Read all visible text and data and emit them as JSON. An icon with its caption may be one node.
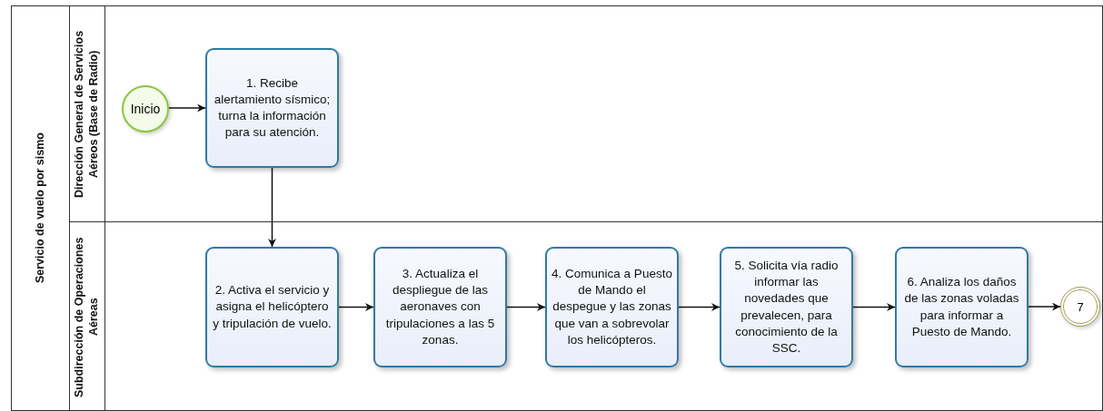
{
  "diagram": {
    "nodes": [
      {
        "text": [
          "Servicio de vuelo por sismo"
        ]
      },
      {
        "text": [
          "Dirección General de Servicios Aéreos (Base de Radio)"
        ],
        "in": 0
      },
      {
        "text": [
          "Subdirección de Operaciones Aéreas"
        ],
        "in": 0
      },
      {
        "text": [
          "Inicio"
        ],
        "in": 1
      },
      {
        "text": [
          "1. Recibe alertamiento sísmico; turna la información para su atención."
        ],
        "in": 1
      },
      {
        "text": [
          "2. Activa el servicio y asigna el helicóptero y tripulación de vuelo."
        ],
        "in": 2
      },
      {
        "text": [
          "3. Actualiza el despliegue de las aeronaves con tripulaciones a las 5 zonas."
        ],
        "in": 2
      },
      {
        "text": [
          "4. Comunica a Puesto de Mando el despegue y las zonas que van a sobrevolar los helicópteros."
        ],
        "in": 2
      },
      {
        "text": [
          "5. Solicita vía radio informar las novedades que prevalecen, para conocimiento de la SSC."
        ],
        "in": 2
      },
      {
        "text": [
          "6. Analiza los daños de las zonas voladas para informar a Puesto de Mando."
        ],
        "in": 2
      },
      {
        "text": [
          "7"
        ],
        "in": 2
      }
    ],
    "edges": [
      {
        "from": 3,
        "to": 4,
        "arrow": "to"
      },
      {
        "from": 4,
        "to": 5,
        "arrow": "to"
      },
      {
        "from": 5,
        "to": 6,
        "arrow": "to"
      },
      {
        "from": 6,
        "to": 7,
        "arrow": "to"
      },
      {
        "from": 7,
        "to": 8,
        "arrow": "to"
      },
      {
        "from": 8,
        "to": 9,
        "arrow": "to"
      },
      {
        "from": 9,
        "to": 10,
        "arrow": "to"
      }
    ]
  }
}
